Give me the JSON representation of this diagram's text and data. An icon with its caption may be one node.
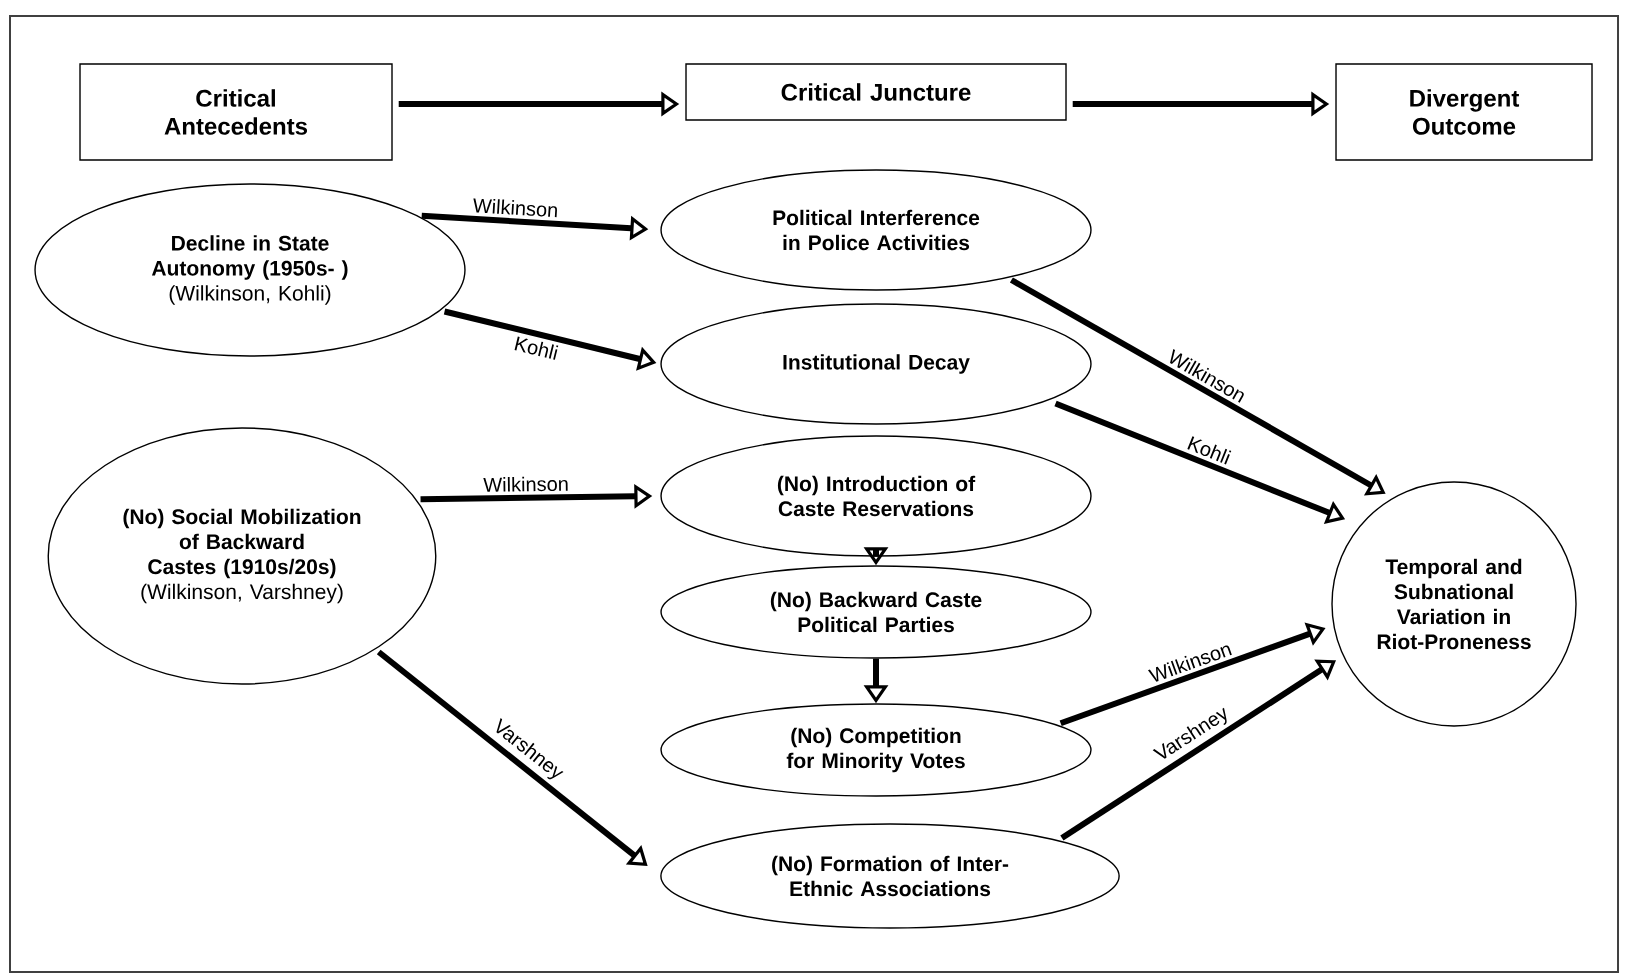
{
  "diagram": {
    "nodes": [
      {
        "text": [
          "Critical Antecedents"
        ]
      },
      {
        "text": [
          "Critical Juncture"
        ]
      },
      {
        "text": [
          "Divergent Outcome"
        ]
      },
      {
        "text": [
          "Decline in State Autonomy (1950s- )",
          "(Wilkinson, Kohli)"
        ]
      },
      {
        "text": [
          "Political Interference in Police Activities"
        ]
      },
      {
        "text": [
          "Institutional Decay"
        ]
      },
      {
        "text": [
          "(No) Social Mobilization of Backward Castes (1910s/20s)",
          "(Wilkinson, Varshney)"
        ]
      },
      {
        "text": [
          "(No) Introduction of Caste Reservations"
        ]
      },
      {
        "text": [
          "(No) Backward Caste Political Parties"
        ]
      },
      {
        "text": [
          "(No) Competition for Minority Votes"
        ]
      },
      {
        "text": [
          "(No) Formation of Inter-Ethnic Associations"
        ]
      },
      {
        "text": [
          "Temporal and Subnational Variation in Riot-Proneness"
        ]
      }
    ],
    "edges": [
      {
        "from": 0,
        "to": 1,
        "arrow": "to"
      },
      {
        "from": 1,
        "to": 2,
        "arrow": "to"
      },
      {
        "from": 3,
        "to": 4,
        "arrow": "to",
        "label": "Wilkinson"
      },
      {
        "from": 3,
        "to": 5,
        "arrow": "to",
        "label": "Kohli"
      },
      {
        "from": 6,
        "to": 7,
        "arrow": "to",
        "label": "Wilkinson"
      },
      {
        "from": 6,
        "to": 10,
        "arrow": "to",
        "label": "Varshney"
      },
      {
        "from": 7,
        "to": 8,
        "arrow": "to"
      },
      {
        "from": 8,
        "to": 9,
        "arrow": "to"
      },
      {
        "from": 4,
        "to": 11,
        "arrow": "to",
        "label": "Wilkinson"
      },
      {
        "from": 5,
        "to": 11,
        "arrow": "to",
        "label": "Kohli"
      },
      {
        "from": 9,
        "to": 11,
        "arrow": "to",
        "label": "Wilkinson"
      },
      {
        "from": 10,
        "to": 11,
        "arrow": "to",
        "label": "Varshney"
      }
    ]
  }
}
